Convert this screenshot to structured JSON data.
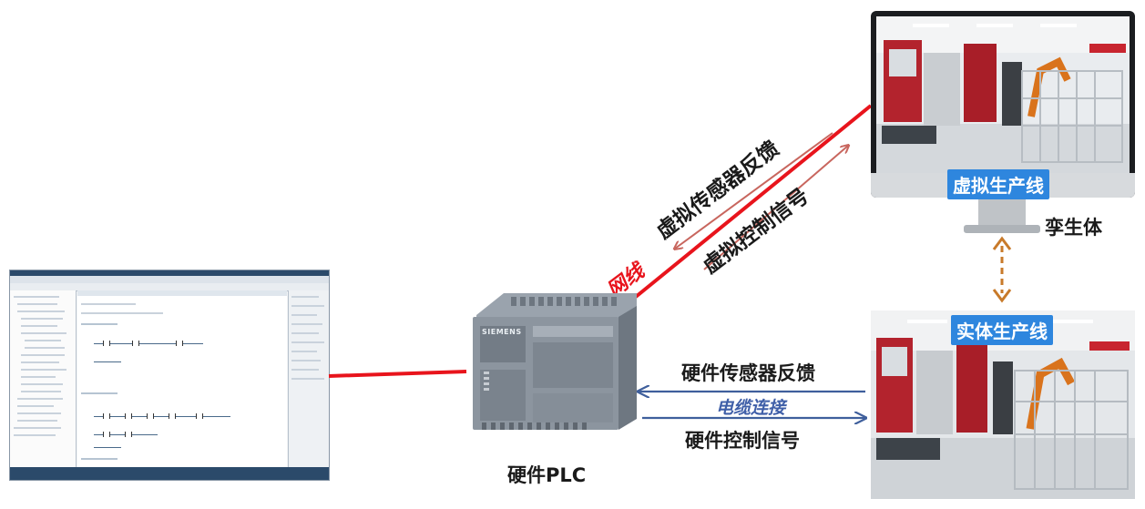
{
  "labels": {
    "virtual_sensor_feedback": "虚拟传感器反馈",
    "virtual_control_signal": "虚拟控制信号",
    "network_cable": "网线",
    "virtual_line": "虚拟生产线",
    "twin": "孪生体",
    "physical_line": "实体生产线",
    "hardware_sensor_feedback": "硬件传感器反馈",
    "cable_connection": "电缆连接",
    "hardware_control_signal": "硬件控制信号",
    "hardware_plc": "硬件PLC",
    "plc_brand": "SIEMENS"
  },
  "colors": {
    "network_red": "#e8141c",
    "virtual_arrow": "#c8665e",
    "hardware_arrow": "#3f5f9c",
    "badge_blue": "#2e86de",
    "twin_arrow": "#c87a2a"
  }
}
